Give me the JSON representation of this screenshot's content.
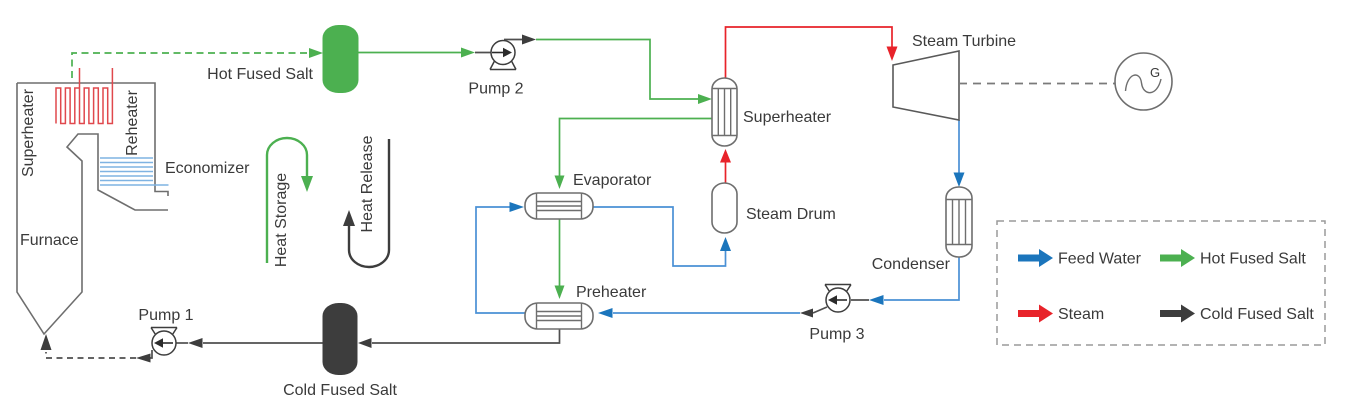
{
  "diagram": {
    "components": {
      "furnace": "Furnace",
      "boiler_superheater": "Superheater",
      "reheater": "Reheater",
      "economizer": "Economizer",
      "hot_tank": "Hot Fused Salt",
      "cold_tank": "Cold Fused Salt",
      "pump1": "Pump 1",
      "pump2": "Pump 2",
      "pump3": "Pump 3",
      "superheater_hx": "Superheater",
      "steam_drum": "Steam Drum",
      "steam_turbine": "Steam Turbine",
      "condenser": "Condenser",
      "evaporator": "Evaporator",
      "preheater": "Preheater",
      "generator_letter": "G"
    },
    "annotations": {
      "heat_storage": "Heat Storage",
      "heat_release": "Heat Release"
    },
    "legend": {
      "items": [
        {
          "label": "Feed Water",
          "color": "#1b75bc"
        },
        {
          "label": "Hot Fused Salt",
          "color": "#4cb050"
        },
        {
          "label": "Steam",
          "color": "#e8232a"
        },
        {
          "label": "Cold Fused Salt",
          "color": "#3d3d3d"
        }
      ]
    },
    "colors": {
      "feed_water": "#1b75bc",
      "feed_water_pipe": "#4a90d5",
      "hot_salt": "#4cb050",
      "steam": "#e8232a",
      "cold_salt": "#3d3d3d",
      "cold_salt_pipe": "#4f4f4f",
      "coil_red": "#e0484d",
      "econ_tube": "#7fb3e2",
      "outline": "#6e6e6e",
      "text": "#3a3a3a"
    }
  }
}
